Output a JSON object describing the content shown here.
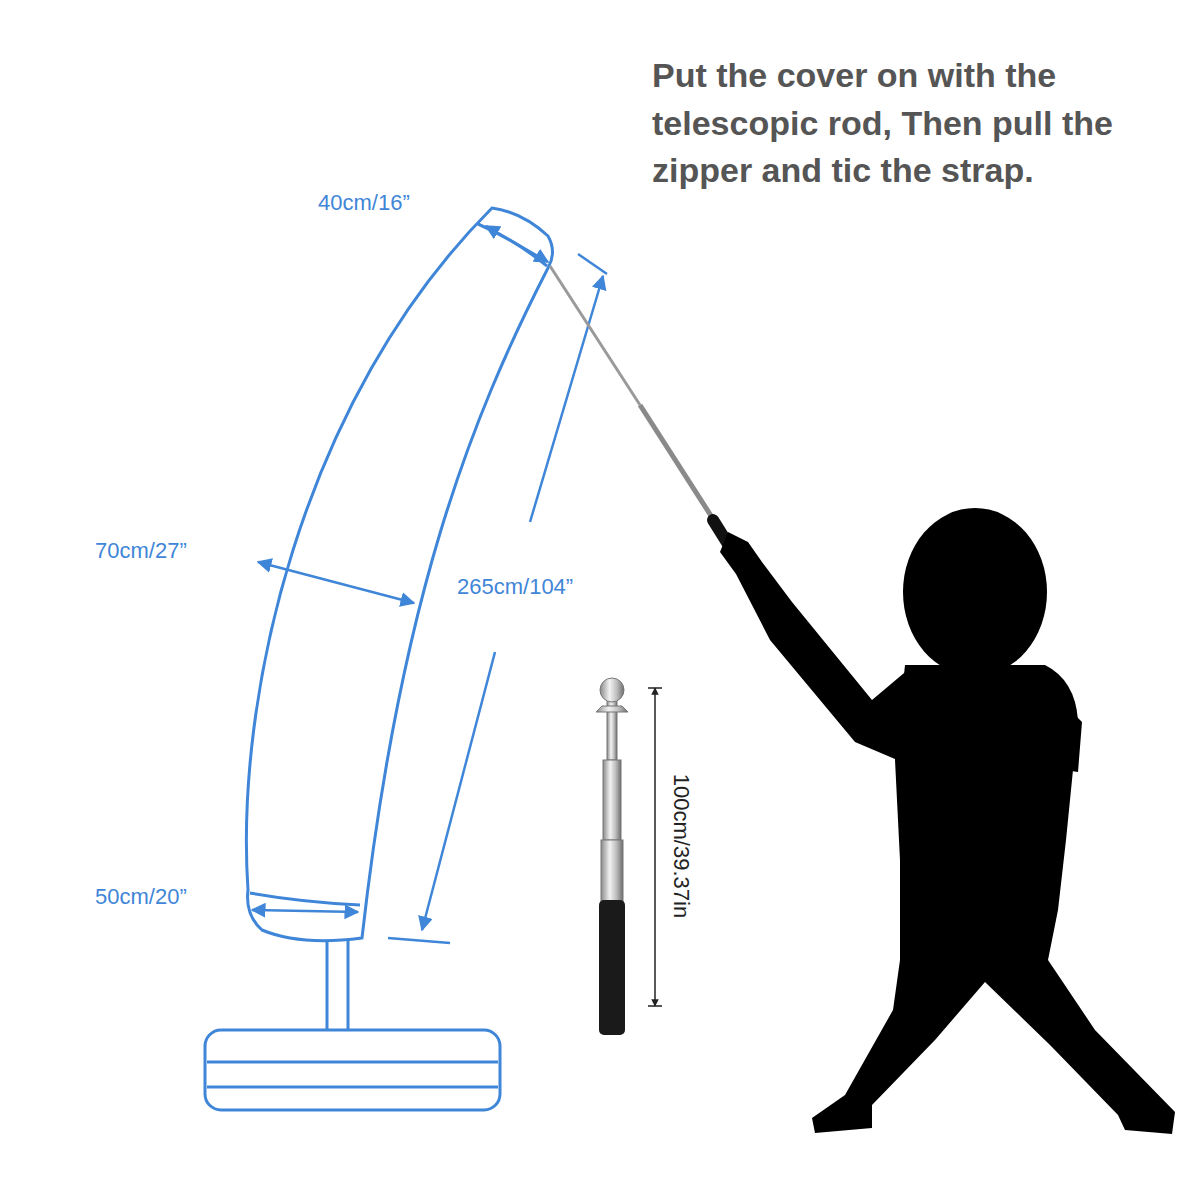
{
  "diagram": {
    "labels": [
      "Put the cover on with the telescopic rod, Then pull the zipper and tic the strap.",
      "40cm/16”",
      "70cm/27”",
      "265cm/104”",
      "50cm/20”",
      "100cm/39.37in"
    ]
  }
}
